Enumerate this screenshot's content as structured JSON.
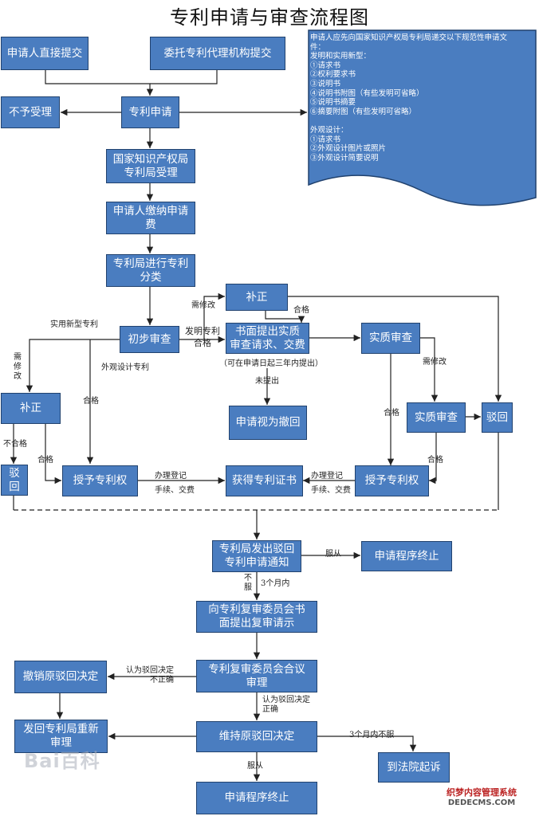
{
  "title": "专利申请与审查流程图",
  "colors": {
    "box_fill": "#4a7dc0",
    "box_border": "#21426e",
    "box_text": "#ffffff",
    "line": "#222222"
  },
  "nodes": {
    "applicant_direct": "申请人直接提交",
    "agency_submit": "委托专利代理机构提交",
    "not_accepted": "不予受理",
    "patent_application": "专利申请",
    "sipo_accept": "国家知识产权局\n专利局受理",
    "pay_fee": "申请人缴纳申请\n费",
    "classify": "专利局进行专利\n分类",
    "prelim_exam": "初步审查",
    "supplement_top": "补正",
    "written_request": "书面提出实质\n审查请求、交费",
    "substantive_exam_1": "实质审查",
    "supplement_left": "补正",
    "deemed_withdrawn": "申请视为撤回",
    "substantive_exam_2": "实质审查",
    "reject_right": "驳回",
    "reject_left": "驳回",
    "grant_left": "授予专利权",
    "certificate": "获得专利证书",
    "grant_right": "授予专利权",
    "rejection_notice": "专利局发出驳回\n专利申请通知",
    "terminate_1": "申请程序终止",
    "reexam_request": "向专利复审委员会书\n面提出复审请示",
    "board_review": "专利复审委员会合议\n审理",
    "revoke_rejection": "撤销原驳回决定",
    "uphold_rejection": "维持原驳回决定",
    "return_reexam": "发回专利局重新\n审理",
    "court": "到法院起诉",
    "terminate_2": "申请程序终止"
  },
  "documents_note": [
    "申请人应先向国家知识产权局专利局递交以下规范性申请文",
    "件：",
    "发明和实用新型：",
    "①请求书",
    "②权利要求书",
    "③说明书",
    "④说明书附图（有些发明可省略）",
    "⑤说明书摘要",
    "⑥摘要附图（有些发明可省略）",
    "",
    "外观设计：",
    "①请求书",
    "②外观设计图片或照片",
    "③外观设计简要说明"
  ],
  "labels": {
    "utility_model": "实用新型专利",
    "needs_revision_top": "需修改",
    "invention_patent": "发明专利",
    "qualified_mid": "合格",
    "qualified_top": "合格",
    "time_note": "（可在申请日起三年内提出）",
    "not_submitted": "未提出",
    "needs_revision_left": "需\n修\n改",
    "design_patent": "外观设计专利",
    "qualified_design": "合格",
    "needs_revision_right": "需修改",
    "qualified_right": "合格",
    "not_qualified": "不合格",
    "qualified_left": "合格",
    "qualified_bottom_right": "合格",
    "registration_left": "办理登记\n手续、交费",
    "registration_right": "办理登记\n手续、交费",
    "comply": "服从",
    "not_comply": "不\n服",
    "within_3_months": "3个月内",
    "rejection_wrong": "认为驳回决定\n不正确",
    "rejection_correct": "认为驳回决定\n正确",
    "not_comply_3_months": "3个月内不服",
    "comply_bottom": "服从"
  },
  "watermarks": {
    "baidu": "Bai百科",
    "site_line1": "织梦内容管理系统",
    "site_line2": "DEDECMS.COM"
  }
}
